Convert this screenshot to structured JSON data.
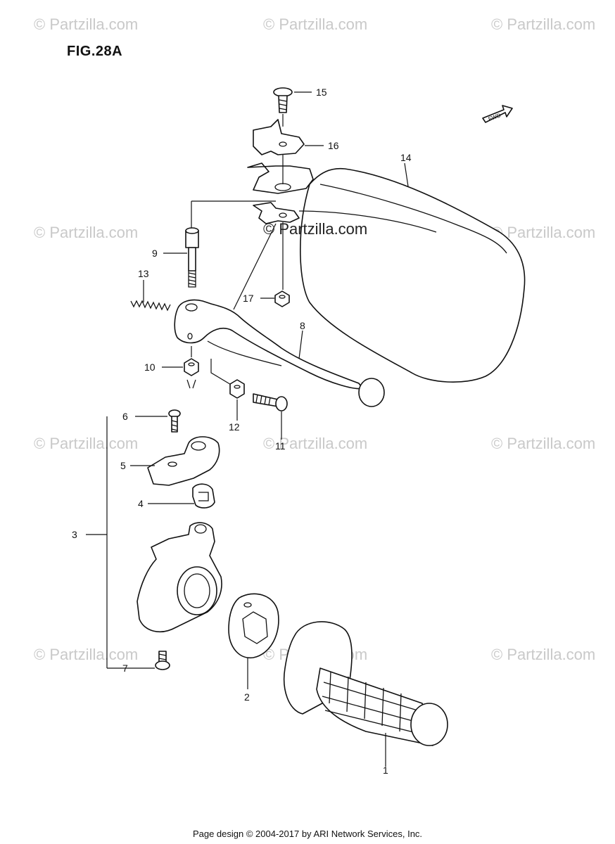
{
  "figure_title": "FIG.28A",
  "watermark_text": "© Partzilla.com",
  "center_watermark_text": "© Partzilla.com",
  "fwd_label": "FWD",
  "footer_text": "Page design © 2004-2017 by ARI Network Services, Inc.",
  "part_labels": {
    "p1": "1",
    "p2": "2",
    "p3": "3",
    "p4": "4",
    "p5": "5",
    "p6": "6",
    "p7": "7",
    "p8": "8",
    "p9": "9",
    "p10": "10",
    "p11": "11",
    "p12": "12",
    "p13": "13",
    "p14": "14",
    "p15": "15",
    "p16": "16",
    "p17": "17"
  },
  "colors": {
    "line": "#111111",
    "watermark": "#c9c9c9"
  }
}
